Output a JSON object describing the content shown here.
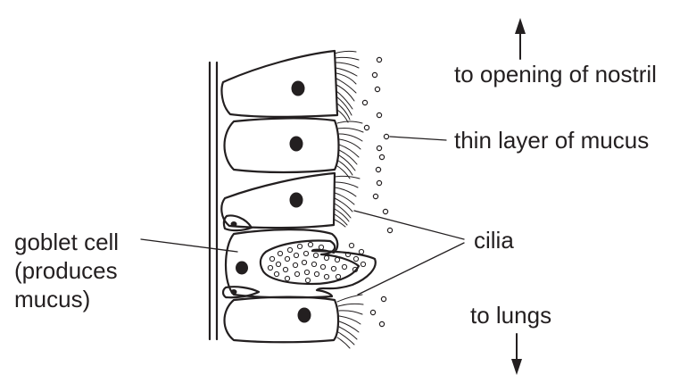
{
  "labels": {
    "to_nostril": "to opening of nostril",
    "mucus_layer": "thin layer of mucus",
    "cilia": "cilia",
    "to_lungs": "to lungs",
    "goblet_line1": "goblet cell",
    "goblet_line2": "(produces",
    "goblet_line3": "mucus)"
  },
  "colors": {
    "ink": "#231f20"
  }
}
